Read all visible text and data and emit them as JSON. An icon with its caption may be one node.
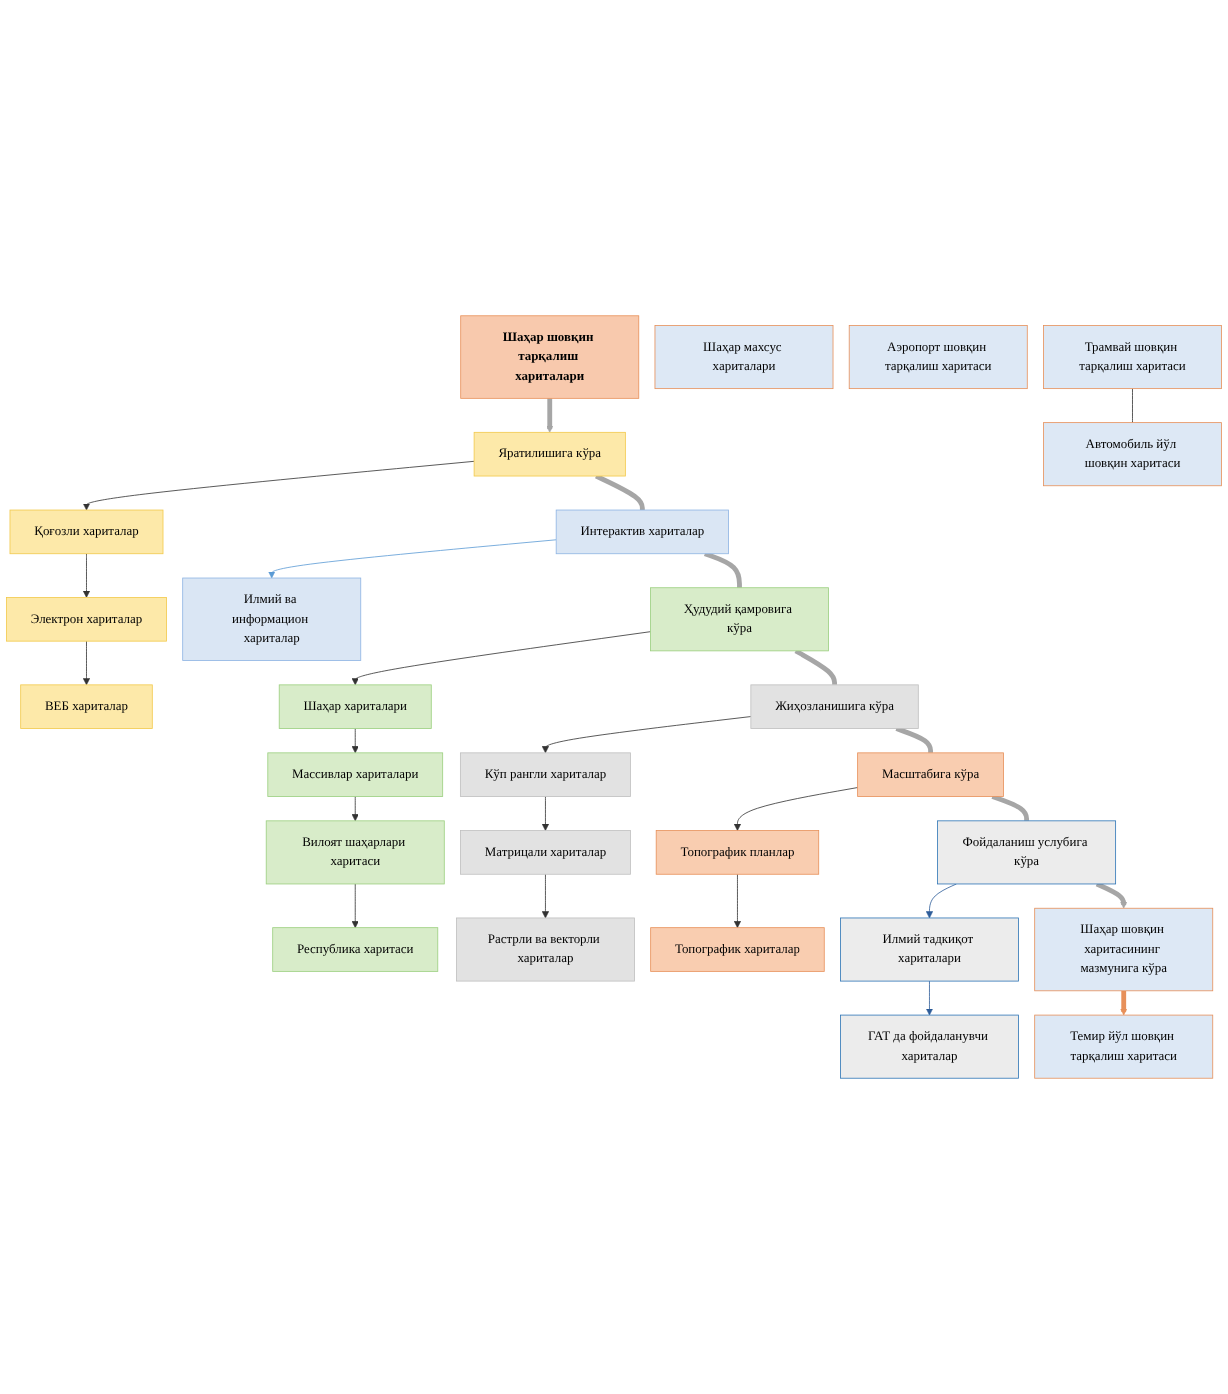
{
  "diagram": {
    "nodes": [
      {
        "text": [
          "Шаҳар шовқин тарқалиш хариталари"
        ]
      },
      {
        "text": [
          "Яратилишига кўра"
        ]
      },
      {
        "text": [
          "Қоғозли хариталар"
        ]
      },
      {
        "text": [
          "Электрон хариталар"
        ]
      },
      {
        "text": [
          "ВЕБ хариталар"
        ]
      },
      {
        "text": [
          "Интерактив хариталар"
        ]
      },
      {
        "text": [
          "Илмий ва информацион хариталар"
        ]
      },
      {
        "text": [
          "Республика харитаси"
        ]
      },
      {
        "text": [
          "Ҳудудий қамровига кўра"
        ]
      },
      {
        "text": [
          "Шаҳар хариталари"
        ]
      },
      {
        "text": [
          "Массивлар хариталари"
        ]
      },
      {
        "text": [
          "Вилоят шаҳарлари харитаси"
        ]
      },
      {
        "text": [
          "Жиҳозланишига кўра"
        ]
      },
      {
        "text": [
          "Кўп рангли хариталар"
        ]
      },
      {
        "text": [
          "Матрицали хариталар"
        ]
      },
      {
        "text": [
          "Растрли ва векторли хариталар"
        ]
      },
      {
        "text": [
          "Масштабига кўра"
        ]
      },
      {
        "text": [
          "Топографик планлар"
        ]
      },
      {
        "text": [
          "Топографик хариталар"
        ]
      },
      {
        "text": [
          "Фойдаланиш услубига кўра"
        ]
      },
      {
        "text": [
          "Илмий тадкиқот хариталари"
        ]
      },
      {
        "text": [
          "ГАТ да фойдаланувчи хариталар"
        ]
      },
      {
        "text": [
          "Шаҳар шовқин харитасининг мазмунига кўра"
        ]
      },
      {
        "text": [
          "Шаҳар махсус хариталари"
        ]
      },
      {
        "text": [
          "Аэропорт шовқин тарқалиш харитаси"
        ]
      },
      {
        "text": [
          "Темир йўл шовқин тарқалиш харитаси"
        ]
      },
      {
        "text": [
          "Трамвай шовқин тарқалиш харитаси"
        ]
      },
      {
        "text": [
          "Автомобиль йўл шовқин харитаси"
        ]
      }
    ],
    "edges": [
      {
        "from": 0,
        "to": 1,
        "arrow": "to",
        "style": "thick",
        "color": "#a6a6a6"
      },
      {
        "from": 1,
        "to": 2,
        "arrow": "to"
      },
      {
        "from": 2,
        "to": 3,
        "arrow": "to"
      },
      {
        "from": 3,
        "to": 4,
        "arrow": "to"
      },
      {
        "from": 1,
        "to": 5,
        "arrow": "none",
        "style": "thick",
        "color": "#a6a6a6"
      },
      {
        "from": 5,
        "to": 6,
        "arrow": "to",
        "color": "#5b9bd5"
      },
      {
        "from": 5,
        "to": 8,
        "arrow": "none",
        "style": "thick",
        "color": "#a6a6a6"
      },
      {
        "from": 8,
        "to": 9,
        "arrow": "to"
      },
      {
        "from": 9,
        "to": 10,
        "arrow": "to"
      },
      {
        "from": 10,
        "to": 11,
        "arrow": "to"
      },
      {
        "from": 11,
        "to": 7,
        "arrow": "to"
      },
      {
        "from": 8,
        "to": 12,
        "arrow": "none",
        "style": "thick",
        "color": "#a6a6a6"
      },
      {
        "from": 12,
        "to": 13,
        "arrow": "to"
      },
      {
        "from": 13,
        "to": 14,
        "arrow": "to"
      },
      {
        "from": 14,
        "to": 15,
        "arrow": "to"
      },
      {
        "from": 12,
        "to": 16,
        "arrow": "none",
        "style": "thick",
        "color": "#a6a6a6"
      },
      {
        "from": 16,
        "to": 17,
        "arrow": "to"
      },
      {
        "from": 17,
        "to": 18,
        "arrow": "to"
      },
      {
        "from": 16,
        "to": 19,
        "arrow": "none",
        "style": "thick",
        "color": "#a6a6a6"
      },
      {
        "from": 19,
        "to": 20,
        "arrow": "to",
        "color": "#2e5d9a"
      },
      {
        "from": 20,
        "to": 21,
        "arrow": "to",
        "color": "#2e5d9a"
      },
      {
        "from": 19,
        "to": 22,
        "arrow": "to",
        "style": "thick",
        "color": "#a6a6a6"
      },
      {
        "from": 22,
        "to": 25,
        "arrow": "to",
        "style": "thick",
        "color": "#e7905a"
      },
      {
        "from": 26,
        "to": 27,
        "arrow": "none"
      }
    ]
  }
}
